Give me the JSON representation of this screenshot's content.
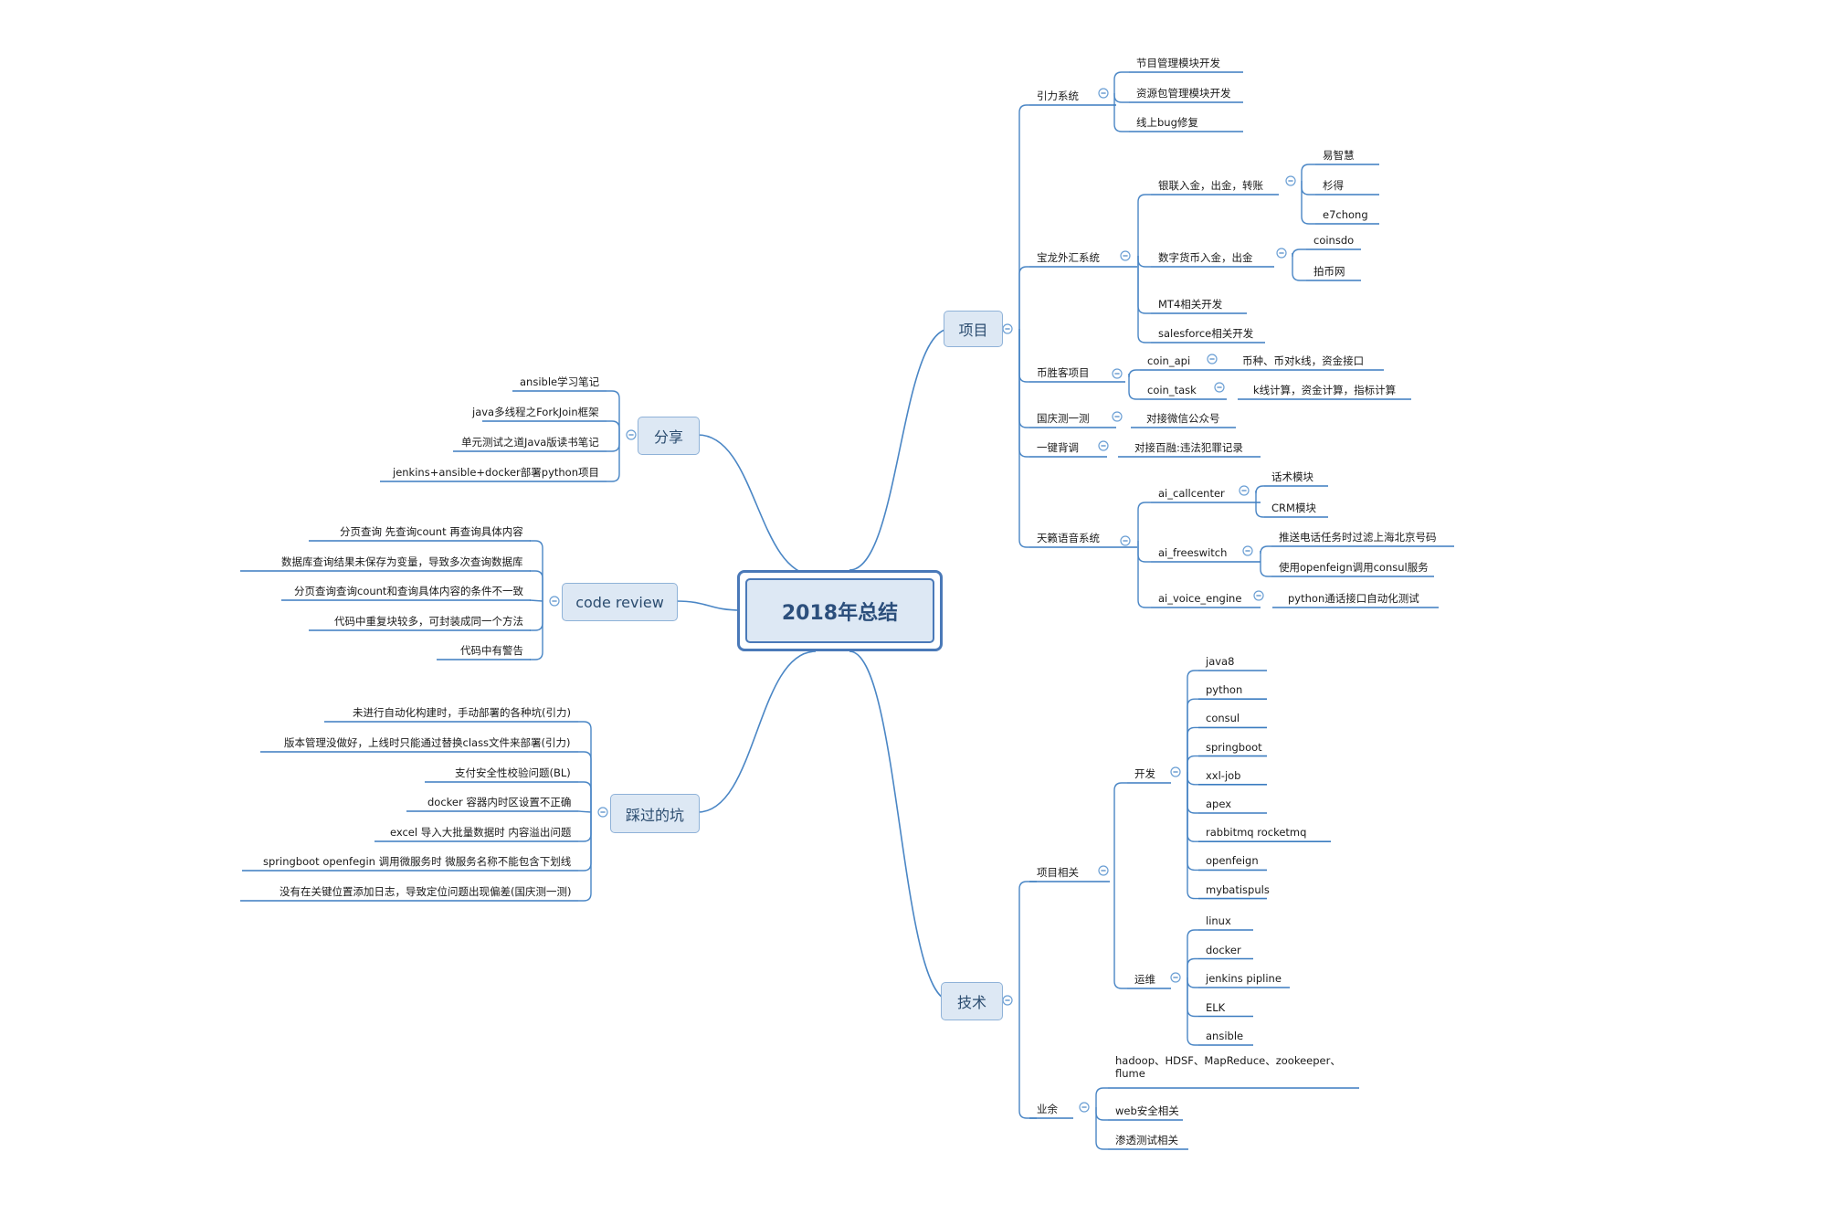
{
  "root": {
    "title": "2018年总结"
  },
  "branches": {
    "project": "项目",
    "tech": "技术",
    "share": "分享",
    "review": "code review",
    "pitfalls": "踩过的坑"
  },
  "project": {
    "yinli": {
      "label": "引力系统",
      "items": [
        "节目管理模块开发",
        "资源包管理模块开发",
        "线上bug修复"
      ]
    },
    "baolong": {
      "label": "宝龙外汇系统",
      "unionpay": {
        "label": "银联入金，出金，转账",
        "items": [
          "易智慧",
          "杉得",
          "e7chong"
        ]
      },
      "digital": {
        "label": "数字货币入金，出金",
        "items": [
          "coinsdo",
          "拍币网"
        ]
      },
      "items": [
        "MT4相关开发",
        "salesforce相关开发"
      ]
    },
    "bishengke": {
      "label": "币胜客项目",
      "coin_api": {
        "label": "coin_api",
        "detail": "币种、币对k线，资金接口"
      },
      "coin_task": {
        "label": "coin_task",
        "detail": "k线计算，资金计算，指标计算"
      }
    },
    "guoqing": {
      "label": "国庆测一测",
      "detail": "对接微信公众号"
    },
    "yijian": {
      "label": "一键背调",
      "detail": "对接百融:违法犯罪记录"
    },
    "tianqu": {
      "label": "天籁语音系统",
      "callcenter": {
        "label": "ai_callcenter",
        "items": [
          "话术模块",
          "CRM模块"
        ]
      },
      "freeswitch": {
        "label": "ai_freeswitch",
        "items": [
          "推送电话任务时过滤上海北京号码",
          "使用openfeign调用consul服务"
        ]
      },
      "voice": {
        "label": "ai_voice_engine",
        "detail": "python通话接口自动化测试"
      }
    }
  },
  "tech": {
    "related": {
      "label": "项目相关",
      "dev": {
        "label": "开发",
        "items": [
          "java8",
          "python",
          "consul",
          "springboot",
          "xxl-job",
          "apex",
          "rabbitmq rocketmq",
          "openfeign",
          "mybatispuls"
        ]
      },
      "ops": {
        "label": "运维",
        "items": [
          "linux",
          "docker",
          "jenkins pipline",
          "ELK",
          "ansible"
        ]
      }
    },
    "spare": {
      "label": "业余",
      "items": [
        "hadoop、HDSF、MapReduce、zookeeper、flume",
        "web安全相关",
        "渗透测试相关"
      ]
    }
  },
  "share": {
    "items": [
      "ansible学习笔记",
      "java多线程之ForkJoin框架",
      "单元测试之道Java版读书笔记",
      "jenkins+ansible+docker部署python项目"
    ]
  },
  "review": {
    "items": [
      "分页查询 先查询count 再查询具体内容",
      "数据库查询结果未保存为变量，导致多次查询数据库",
      "分页查询查询count和查询具体内容的条件不一致",
      "代码中重复块较多，可封装成同一个方法",
      "代码中有警告"
    ]
  },
  "pitfalls": {
    "items": [
      "未进行自动化构建时，手动部署的各种坑(引力)",
      "版本管理没做好，上线时只能通过替换class文件来部署(引力)",
      "支付安全性校验问题(BL)",
      "docker 容器内时区设置不正确",
      "excel 导入大批量数据时 内容溢出问题",
      "springboot openfegin 调用微服务时 微服务名称不能包含下划线",
      "没有在关键位置添加日志，导致定位问题出现偏差(国庆测一测)"
    ]
  }
}
